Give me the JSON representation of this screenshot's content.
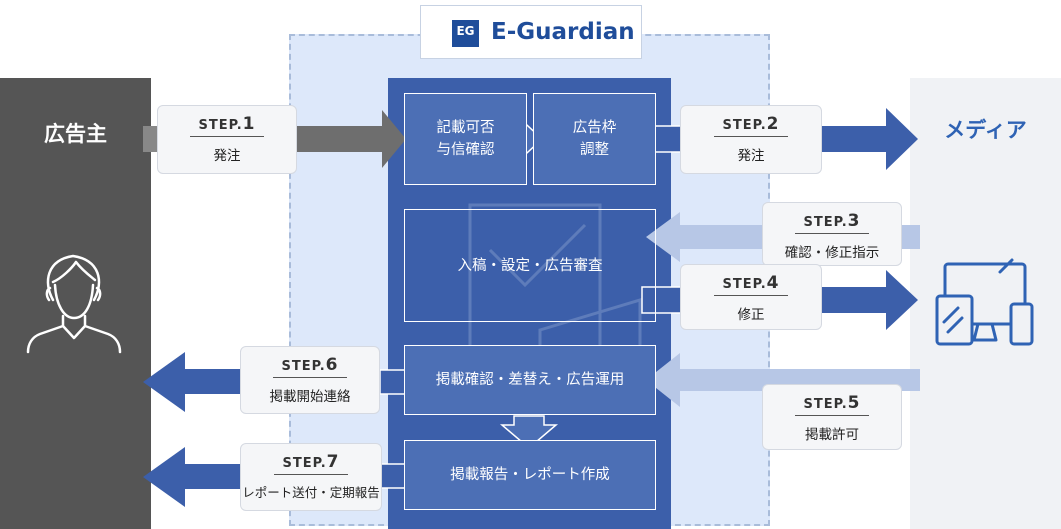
{
  "brand": {
    "name": "E-Guardian",
    "mark": "EG"
  },
  "actors": {
    "advertiser": "広告主",
    "media": "メディア"
  },
  "process": {
    "check": "記載可否\n与信確認",
    "ad_slot": "広告枠\n調整",
    "review": "入稿・設定・広告審査",
    "replace": "掲載確認・差替え・広告運用",
    "report": "掲載報告・レポート作成"
  },
  "steps": [
    {
      "label": "STEP.",
      "num": "1",
      "text": "発注"
    },
    {
      "label": "STEP.",
      "num": "2",
      "text": "発注"
    },
    {
      "label": "STEP.",
      "num": "3",
      "text": "確認・修正指示"
    },
    {
      "label": "STEP.",
      "num": "4",
      "text": "修正"
    },
    {
      "label": "STEP.",
      "num": "5",
      "text": "掲載許可"
    },
    {
      "label": "STEP.",
      "num": "6",
      "text": "掲載開始連絡"
    },
    {
      "label": "STEP.",
      "num": "7",
      "text": "レポート送付・定期報告"
    }
  ],
  "icons": [
    "person-icon",
    "devices-icon",
    "document-check-icon"
  ],
  "colors": {
    "primary": "#3c5faa",
    "accent": "#2f63b4",
    "gray": "#555555",
    "light_blue": "#dde8fa"
  }
}
